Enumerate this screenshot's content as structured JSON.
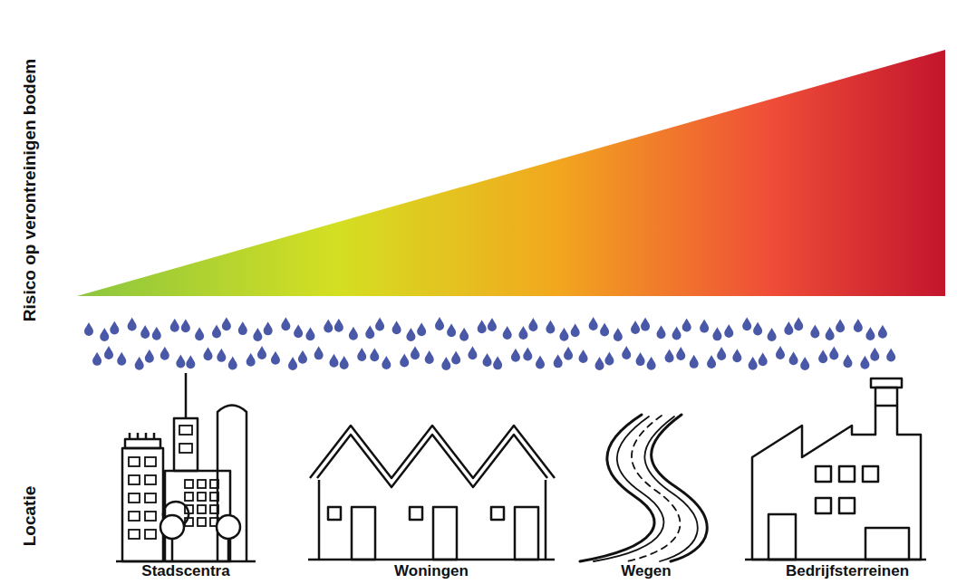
{
  "diagram": {
    "labels": [
      "Risico op verontreinigen bodem",
      "Locatie",
      "Stadscentra",
      "Woningen",
      "Wegen",
      "Bedrijfsterreinen"
    ]
  }
}
